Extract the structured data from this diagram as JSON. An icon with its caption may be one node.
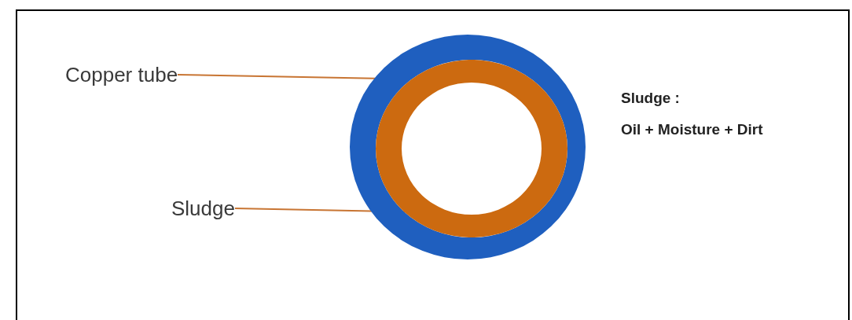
{
  "diagram": {
    "nodes": [
      {
        "text": [
          "Copper tube"
        ]
      },
      {
        "text": [],
        "shape": "circle"
      },
      {
        "text": [
          "Sludge"
        ]
      },
      {
        "text": [],
        "shape": "circle",
        "in": 1
      }
    ],
    "edges": [
      {
        "from": 0,
        "to": 1,
        "arrow": "none"
      },
      {
        "from": 2,
        "to": 3,
        "arrow": "none"
      }
    ],
    "labels": [
      "Sludge :",
      "Oil + Moisture + Dirt"
    ]
  }
}
